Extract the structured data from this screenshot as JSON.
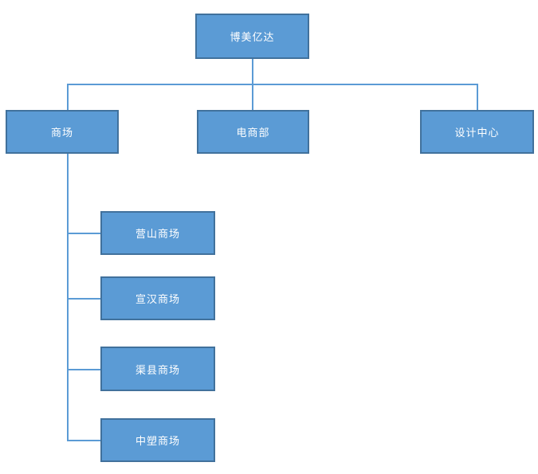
{
  "diagram": {
    "type": "org-chart",
    "root": {
      "label": "博美亿达"
    },
    "departments": [
      {
        "label": "商场"
      },
      {
        "label": "电商部"
      },
      {
        "label": "设计中心"
      }
    ],
    "sub_departments_parent": "商场",
    "sub_departments": [
      {
        "label": "营山商场"
      },
      {
        "label": "宣汉商场"
      },
      {
        "label": "渠县商场"
      },
      {
        "label": "中塑商场"
      }
    ],
    "colors": {
      "box_fill": "#5B9BD5",
      "box_border": "#41719C",
      "connector": "#5B9BD5",
      "text": "#FFFFFF",
      "background": "#FFFFFF"
    }
  }
}
